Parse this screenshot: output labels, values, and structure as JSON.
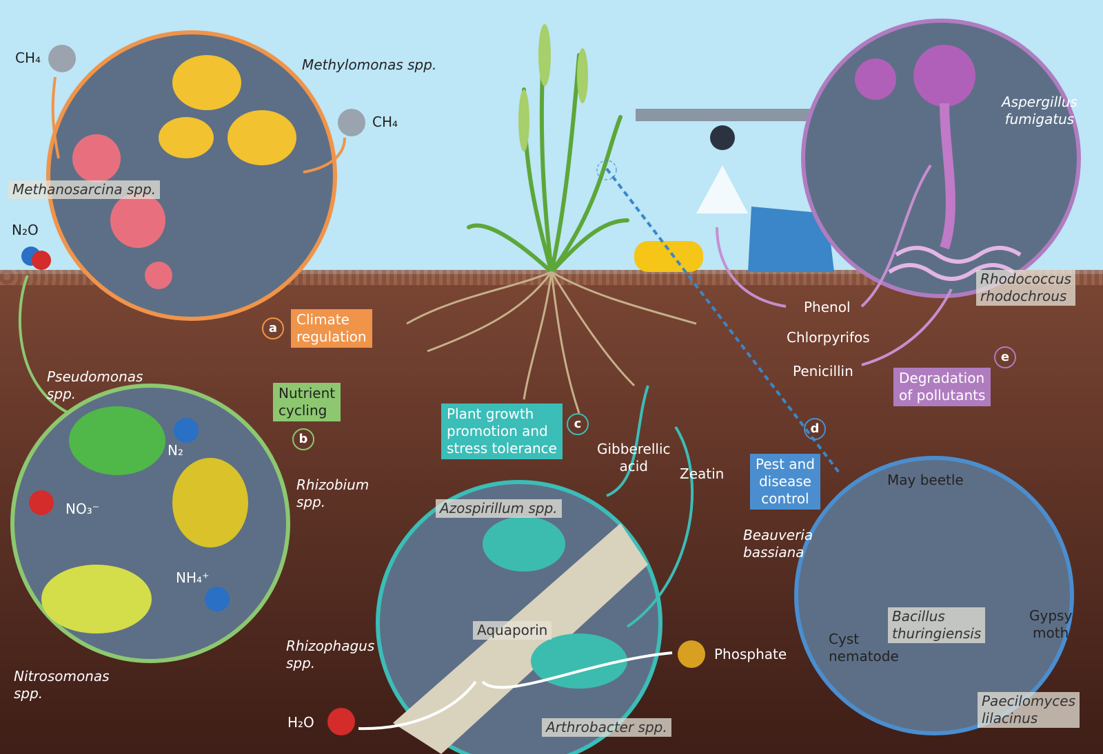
{
  "colors": {
    "sky": "#bde6f6",
    "soil": "#5e3326",
    "climate": "#f0944a",
    "nutrient": "#8dc870",
    "growth": "#3bbdb8",
    "pest": "#4a8ed0",
    "pollutant": "#b07cc0"
  },
  "panel_a": {
    "letter": "a",
    "title": "Climate\nregulation",
    "ch4_left": "CH₄",
    "ch4_right": "CH₄",
    "methylomonas": "Methylomonas spp.",
    "methanosarcina": "Methanosarcina spp.",
    "n2o": "N₂O"
  },
  "panel_b": {
    "letter": "b",
    "title": "Nutrient\ncycling",
    "pseudomonas": "Pseudomonas\nspp.",
    "n2": "N₂",
    "no3": "NO₃⁻",
    "nh4": "NH₄⁺",
    "rhizobium": "Rhizobium\nspp.",
    "nitrosomonas": "Nitrosomonas\nspp."
  },
  "panel_c": {
    "letter": "c",
    "title": "Plant growth\npromotion and\nstress tolerance",
    "gibberellic": "Gibberellic\nacid",
    "zeatin": "Zeatin",
    "azospirillum": "Azospirillum spp.",
    "aquaporin": "Aquaporin",
    "rhizophagus": "Rhizophagus\nspp.",
    "h2o": "H₂O",
    "phosphate": "Phosphate",
    "arthrobacter": "Arthrobacter spp."
  },
  "panel_d": {
    "letter": "d",
    "title": "Pest and\ndisease\ncontrol",
    "beauveria": "Beauveria\nbassiana",
    "may_beetle": "May beetle",
    "gypsy_moth": "Gypsy\nmoth",
    "bacillus": "Bacillus\nthuringiensis",
    "cyst_nematode": "Cyst\nnematode",
    "paecilomyces": "Paecilomyces\nlilacinus"
  },
  "panel_e": {
    "letter": "e",
    "title": "Degradation\nof pollutants",
    "aspergillus": "Aspergillus\nfumigatus",
    "rhodococcus": "Rhodococcus\nrhodochrous",
    "phenol": "Phenol",
    "chlorpyrifos": "Chlorpyrifos",
    "penicillin": "Penicillin"
  }
}
